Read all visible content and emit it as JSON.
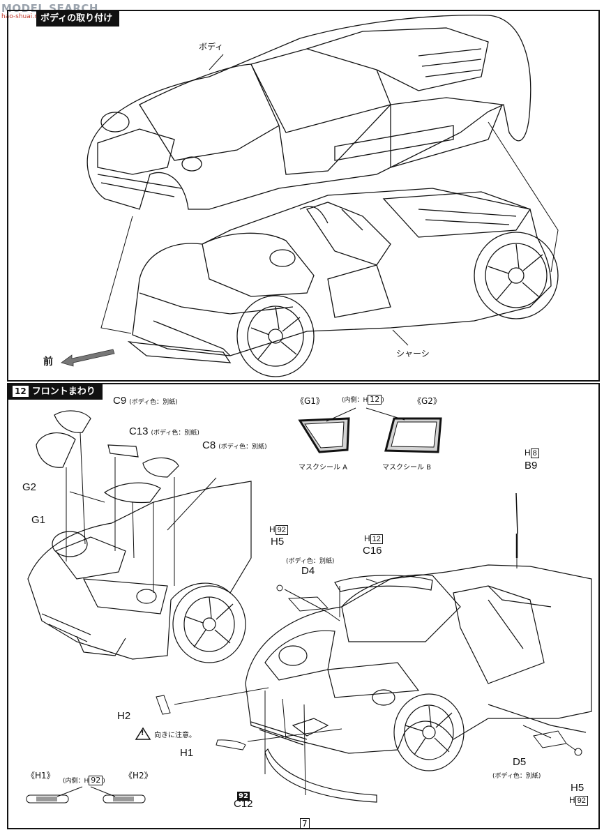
{
  "watermark": {
    "logo_text": "MODEL SEARCH",
    "site": "hao-shuai.net"
  },
  "step11": {
    "title": "ボディの取り付け",
    "label_body": "ボディ",
    "label_chassis": "シャーシ",
    "front_label": "前"
  },
  "step12": {
    "number": "12",
    "title": "フロントまわり",
    "parts": {
      "c9": {
        "code": "C9",
        "note": "(ボディ色：別紙)"
      },
      "c13": {
        "code": "C13",
        "note": "(ボディ色：別紙)"
      },
      "c8": {
        "code": "C8",
        "note": "(ボディ色：別紙)"
      },
      "g2": {
        "code": "G2"
      },
      "g1": {
        "code": "G1"
      },
      "h5_top": {
        "code": "H5",
        "color_prefix": "H",
        "color_num": "92"
      },
      "d4": {
        "code": "D4",
        "note": "(ボディ色：別紙)"
      },
      "c16": {
        "code": "C16",
        "color_prefix": "H",
        "color_num": "12"
      },
      "b9": {
        "code": "B9",
        "color_prefix": "H",
        "color_num": "8"
      },
      "h2": {
        "code": "H2"
      },
      "h1": {
        "code": "H1"
      },
      "c12": {
        "code": "C12",
        "color_num": "92"
      },
      "d5": {
        "code": "D5",
        "note": "(ボディ色：別紙)"
      },
      "h5_bottom": {
        "code": "H5",
        "color_prefix": "H",
        "color_num": "92"
      }
    },
    "mask_detail": {
      "g1_label": "《G1》",
      "g2_label": "《G2》",
      "inner_prefix": "(内側：H",
      "inner_num": "12",
      "inner_suffix": ")",
      "mask_a": "マスクシール A",
      "mask_b": "マスクシール B"
    },
    "caution": {
      "icon_symbol": "!",
      "text": "向きに注意。"
    },
    "h_detail": {
      "h1_label": "《H1》",
      "h2_label": "《H2》",
      "inner_prefix": "(内側：H",
      "inner_num": "92",
      "inner_suffix": ")"
    }
  },
  "page_number": "7"
}
